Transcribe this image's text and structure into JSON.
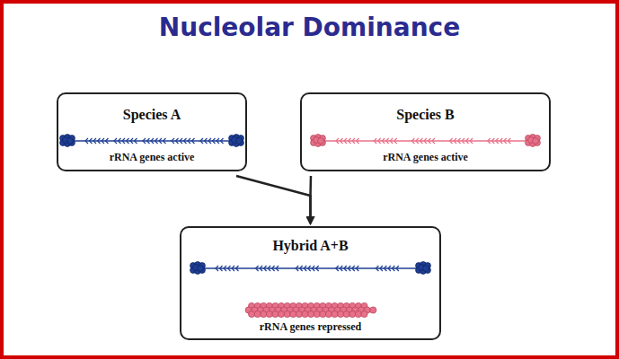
{
  "diagram": {
    "title": "Nucleolar Dominance",
    "nodes": [
      {
        "text": [
          "Species A",
          "rRNA genes active"
        ]
      },
      {
        "text": [
          "Species B",
          "rRNA genes active"
        ]
      },
      {
        "text": [
          "Hybrid A+B",
          "rRNA genes repressed"
        ]
      }
    ],
    "edges": [
      {
        "from": 0,
        "to": 2,
        "arrow": "to"
      },
      {
        "from": 1,
        "to": 2,
        "arrow": "to"
      }
    ]
  }
}
